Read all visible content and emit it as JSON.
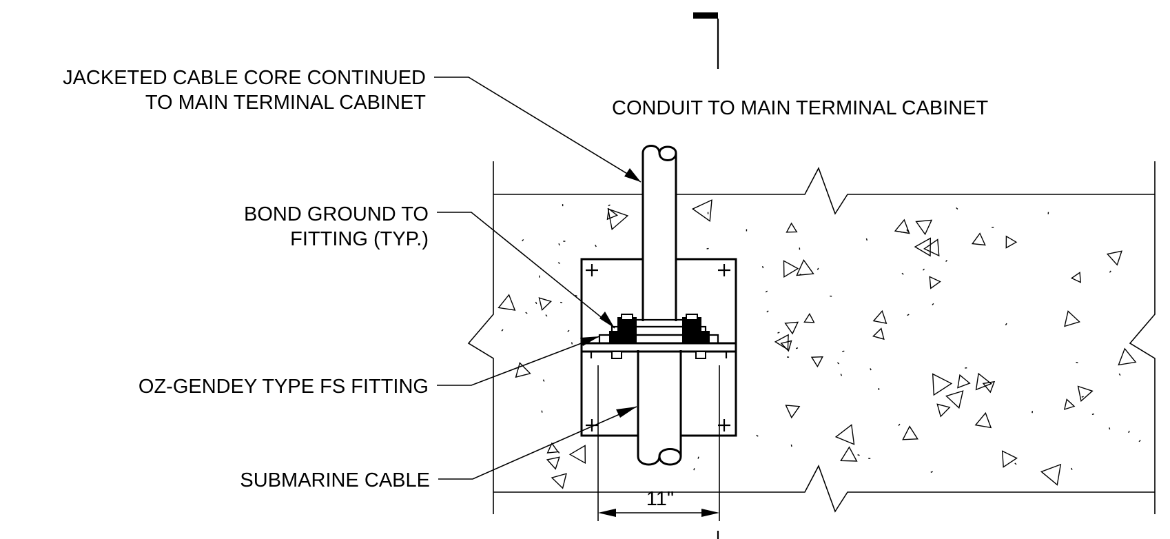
{
  "labels": {
    "jacketed_line1": "JACKETED CABLE CORE CONTINUED",
    "jacketed_line2": "TO MAIN TERMINAL CABINET",
    "conduit": "CONDUIT TO MAIN TERMINAL CABINET",
    "bond_line1": "BOND GROUND TO",
    "bond_line2": "FITTING (TYP.)",
    "fitting": "OZ-GENDEY TYPE FS FITTING",
    "submarine": "SUBMARINE CABLE"
  },
  "dimension": {
    "width": "11\""
  },
  "colors": {
    "ink": "#000000",
    "background": "#ffffff"
  }
}
